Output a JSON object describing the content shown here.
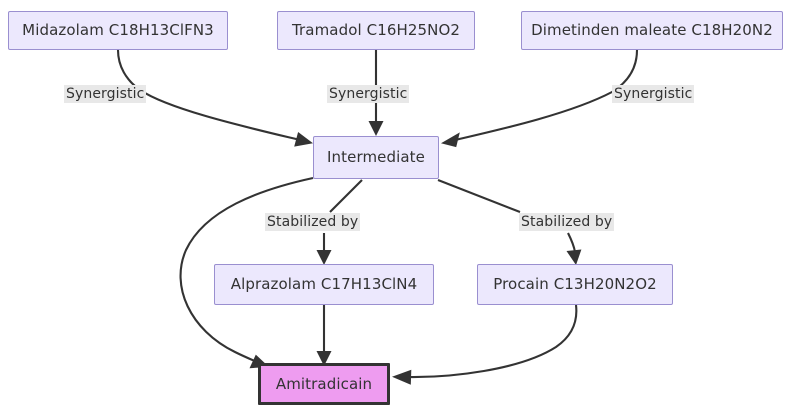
{
  "diagram": {
    "type": "flowchart",
    "direction": "top-down",
    "background_color": "#ffffff",
    "node_fill": "#ece8fd",
    "node_stroke": "#9a8fd0",
    "highlight_fill": "#ee9cf0",
    "highlight_stroke": "#333333",
    "edge_color": "#333333",
    "label_background": "#e8e8e8",
    "text_color": "#333333",
    "nodes": [
      {
        "id": "midazolam",
        "label": "Midazolam C18H13ClFN3",
        "style": "default"
      },
      {
        "id": "tramadol",
        "label": "Tramadol C16H25NO2",
        "style": "default"
      },
      {
        "id": "dimetinden",
        "label": "Dimetinden maleate C18H20N2",
        "style": "default"
      },
      {
        "id": "intermediate",
        "label": "Intermediate",
        "style": "default"
      },
      {
        "id": "alprazolam",
        "label": "Alprazolam C17H13ClN4",
        "style": "default"
      },
      {
        "id": "procain",
        "label": "Procain C13H20N2O2",
        "style": "default"
      },
      {
        "id": "amitradicain",
        "label": "Amitradicain",
        "style": "highlight"
      }
    ],
    "edges": [
      {
        "from": "midazolam",
        "to": "intermediate",
        "label": "Synergistic"
      },
      {
        "from": "tramadol",
        "to": "intermediate",
        "label": "Synergistic"
      },
      {
        "from": "dimetinden",
        "to": "intermediate",
        "label": "Synergistic"
      },
      {
        "from": "intermediate",
        "to": "alprazolam",
        "label": "Stabilized by"
      },
      {
        "from": "intermediate",
        "to": "procain",
        "label": "Stabilized by"
      },
      {
        "from": "intermediate",
        "to": "amitradicain",
        "label": ""
      },
      {
        "from": "alprazolam",
        "to": "amitradicain",
        "label": ""
      },
      {
        "from": "procain",
        "to": "amitradicain",
        "label": ""
      }
    ],
    "edge_labels": {
      "midazolam_intermediate": "Synergistic",
      "tramadol_intermediate": "Synergistic",
      "dimetinden_intermediate": "Synergistic",
      "intermediate_alprazolam": "Stabilized by",
      "intermediate_procain": "Stabilized by"
    }
  }
}
